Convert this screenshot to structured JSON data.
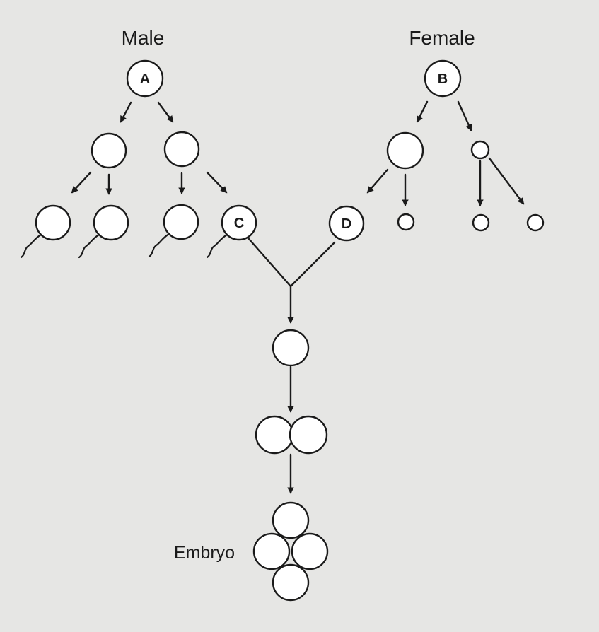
{
  "labels": {
    "male": "Male",
    "female": "Female",
    "embryo": "Embryo"
  },
  "cells": {
    "a": "A",
    "b": "B",
    "c": "C",
    "d": "D"
  },
  "colors": {
    "background": "#e6e6e4",
    "ink": "#1a1a1a"
  }
}
